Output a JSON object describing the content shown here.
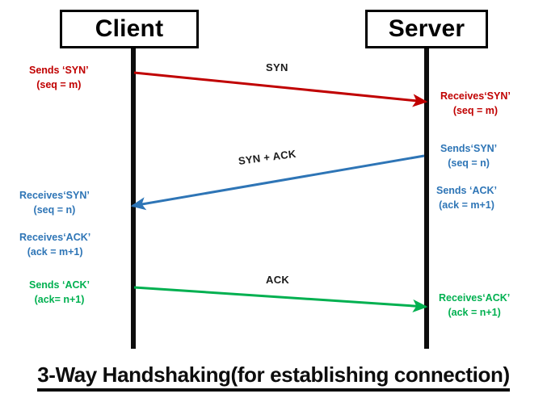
{
  "diagram": {
    "caption": "3-Way Handshaking(for establishing connection)",
    "nodes": {
      "client": "Client",
      "server": "Server"
    },
    "messages": [
      {
        "id": "syn",
        "label": "SYN",
        "direction": "client-to-server",
        "color": "#C00000"
      },
      {
        "id": "syn-ack",
        "label": "SYN + ACK",
        "direction": "server-to-client",
        "color": "#2E75B6"
      },
      {
        "id": "ack",
        "label": "ACK",
        "direction": "client-to-server",
        "color": "#00B050"
      }
    ],
    "notes": {
      "client_sends_syn": {
        "line1": "Sends ‘SYN’",
        "line2": "(seq = m)"
      },
      "server_receives_syn": {
        "line1": "Receives‘SYN’",
        "line2": "(seq = m)"
      },
      "server_sends_syn": {
        "line1": "Sends‘SYN’",
        "line2": "(seq = n)"
      },
      "server_sends_ack": {
        "line1": "Sends ‘ACK’",
        "line2": "(ack = m+1)"
      },
      "client_receives_syn": {
        "line1": "Receives‘SYN’",
        "line2": "(seq = n)"
      },
      "client_receives_ack": {
        "line1": "Receives‘ACK’",
        "line2": "(ack = m+1)"
      },
      "client_sends_ack": {
        "line1": "Sends ‘ACK’",
        "line2": "(ack= n+1)"
      },
      "server_receives_ack": {
        "line1": "Receives‘ACK’",
        "line2": "(ack = n+1)"
      }
    }
  }
}
